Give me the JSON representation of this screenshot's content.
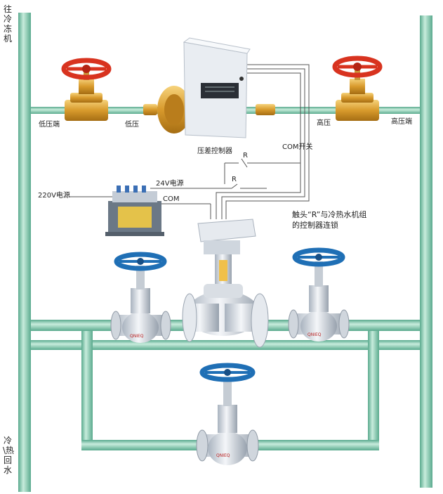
{
  "labels": {
    "to_chiller": "往冷冻机",
    "from_return": "冷\\热回水",
    "low_pressure_end": "低压端",
    "low_pressure": "低压",
    "high_pressure": "高压",
    "high_pressure_end": "高压端",
    "pressure_controller": "压差控制器",
    "com_switch": "COM开关",
    "contact_r_top": "R",
    "contact_r_bottom": "R",
    "v24_power": "24V电源",
    "v220_power": "220V电源",
    "com": "COM",
    "interlock_note_line1": "触头“R”与冷热水机组",
    "interlock_note_line2": "的控制器连锁",
    "valve_brand": "QNIEQ",
    "valve_brand_2": "QNIEQ",
    "valve_brand_3": "QNIEQ"
  },
  "colors": {
    "pipe": "#8fd3b8",
    "pipe_edge": "#5aaa8e",
    "brass": "#e0a83a",
    "hand_wheel_red": "#d8331f",
    "hand_wheel_blue": "#1f6fb5",
    "valve_body": "#dde3ea",
    "wire": "#555555"
  },
  "icons": [
    "gate-valve-red-icon",
    "globe-valve-blue-icon",
    "electric-actuator-valve-icon",
    "transformer-icon",
    "pressure-controller-icon"
  ]
}
